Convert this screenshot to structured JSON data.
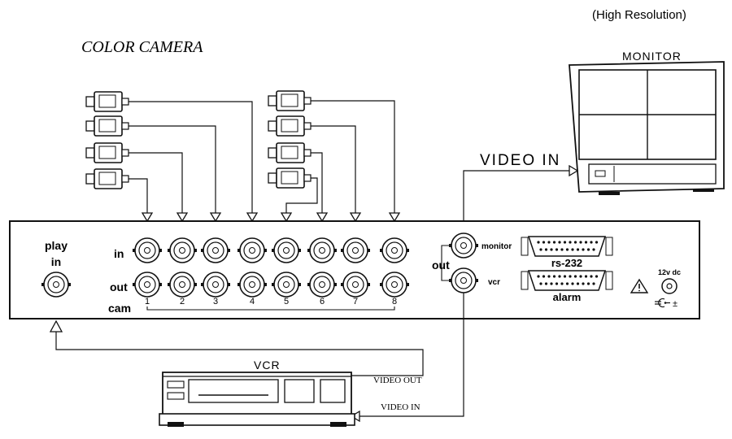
{
  "header": {
    "resolution_note": "(High Resolution)",
    "camera_title": "COLOR CAMERA"
  },
  "monitor": {
    "label": "MONITOR",
    "input_label": "VIDEO IN"
  },
  "unit": {
    "play_label": "play",
    "play_in_label": "in",
    "in_row_label": "in",
    "out_row_label": "out",
    "cam_row_label": "cam",
    "camera_numbers": [
      "1",
      "2",
      "3",
      "4",
      "5",
      "6",
      "7",
      "8"
    ],
    "out_group_label": "out",
    "monitor_port_label": "monitor",
    "vcr_port_label": "vcr",
    "rs232_label": "rs-232",
    "alarm_label": "alarm",
    "power_label": "12v dc",
    "polarity_label": "±"
  },
  "vcr": {
    "label": "VCR",
    "video_out_label": "VIDEO OUT",
    "video_in_label": "VIDEO IN"
  },
  "icons": [
    "camera-icon",
    "bnc-connector-icon",
    "db25-connector-icon",
    "warning-icon",
    "dc-power-jack-icon",
    "arrow-icon"
  ]
}
